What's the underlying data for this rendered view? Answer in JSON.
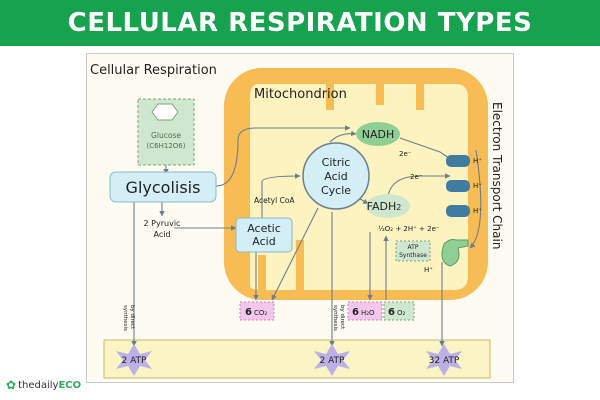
{
  "header": {
    "title": "CELLULAR RESPIRATION TYPES"
  },
  "diagram": {
    "title": "Cellular Respiration",
    "mitochondrion": "Mitochondrion",
    "etc": "Electron Transport Chain",
    "glucose_label": "Glucose",
    "glucose_formula": "(C6H12O6)",
    "glycolysis": "Glycolisis",
    "pyruvic_1": "2 Pyruvic",
    "pyruvic_2": "Acid",
    "acetic_1": "Acetic",
    "acetic_2": "Acid",
    "acetyl_coa": "Acetyl CoA",
    "citric_1": "Citric",
    "citric_2": "Acid",
    "citric_3": "Cycle",
    "nadh": "NADH",
    "fadh": "FADH",
    "fadh_sub": "2",
    "e_top": "2e⁻",
    "e_mid": "2e⁻",
    "oxygen_eq": "½O₂ + 2H⁺ + 2e⁻",
    "h_plus": "H⁺",
    "h_plus_2": "H⁺",
    "h_plus_3": "H⁺",
    "h_plus_4": "H⁺",
    "atp_synthase_1": "ATP",
    "atp_synthase_2": "Synthase",
    "co2_num": "6",
    "co2_mol": "CO₂",
    "h2o_num": "6",
    "h2o_mol": "H₂O",
    "o2_num": "6",
    "o2_mol": "O₂",
    "direct_1a": "by direct",
    "direct_1b": "synthesis",
    "direct_2a": "by direct",
    "direct_2b": "synthesis",
    "atp_1": "2 ATP",
    "atp_2": "2 ATP",
    "atp_3": "32 ATP"
  },
  "brand": {
    "name": "thedaily",
    "highlight": "ECO"
  },
  "colors": {
    "banner": "#16a24e",
    "membrane": "#f8bc55",
    "matrix": "#fdf3c0",
    "box_blue": "#d4eef6",
    "box_green": "#cfe6cf",
    "molecule": "#f3c7ec",
    "atp_star": "#bcb1e7",
    "nadh": "#8fcf94"
  }
}
